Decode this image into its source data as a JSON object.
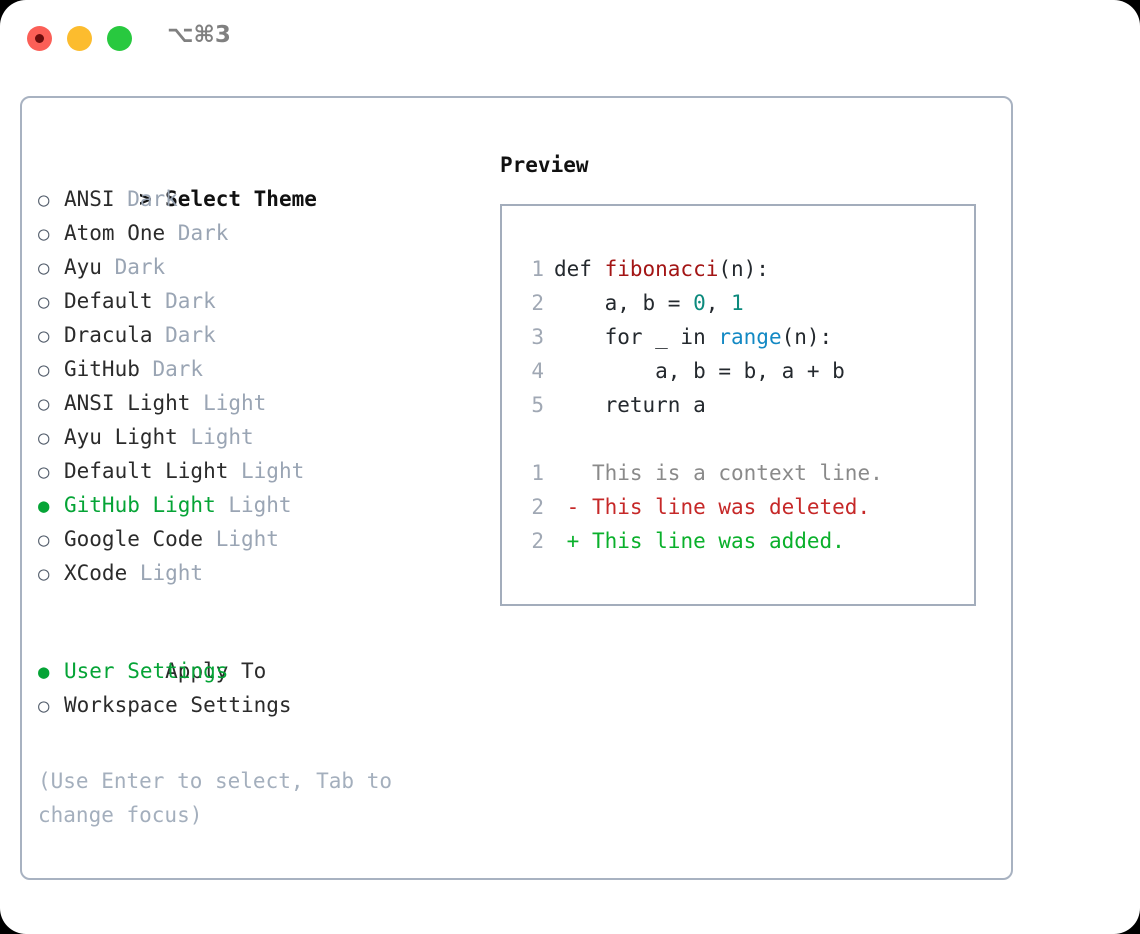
{
  "window": {
    "title": "⌥⌘3",
    "traffic_lights": [
      "close",
      "minimize",
      "maximize"
    ],
    "accent_green": "#05a436",
    "border_color": "#a8b2c1"
  },
  "left": {
    "header": {
      "prompt": ">",
      "label": "Select Theme"
    },
    "themes": [
      {
        "bullet": "○",
        "label": "ANSI",
        "tag": "Dark",
        "selected": false
      },
      {
        "bullet": "○",
        "label": "Atom One",
        "tag": "Dark",
        "selected": false
      },
      {
        "bullet": "○",
        "label": "Ayu",
        "tag": "Dark",
        "selected": false
      },
      {
        "bullet": "○",
        "label": "Default",
        "tag": "Dark",
        "selected": false
      },
      {
        "bullet": "○",
        "label": "Dracula",
        "tag": "Dark",
        "selected": false
      },
      {
        "bullet": "○",
        "label": "GitHub",
        "tag": "Dark",
        "selected": false
      },
      {
        "bullet": "○",
        "label": "ANSI Light",
        "tag": "Light",
        "selected": false
      },
      {
        "bullet": "○",
        "label": "Ayu Light",
        "tag": "Light",
        "selected": false
      },
      {
        "bullet": "○",
        "label": "Default Light",
        "tag": "Light",
        "selected": false
      },
      {
        "bullet": "●",
        "label": "GitHub Light",
        "tag": "Light",
        "selected": true
      },
      {
        "bullet": "○",
        "label": "Google Code",
        "tag": "Light",
        "selected": false
      },
      {
        "bullet": "○",
        "label": "XCode",
        "tag": "Light",
        "selected": false
      }
    ],
    "apply_to": {
      "title": "Apply To",
      "options": [
        {
          "bullet": "●",
          "label": "User Settings",
          "selected": true
        },
        {
          "bullet": "○",
          "label": "Workspace Settings",
          "selected": false
        }
      ]
    },
    "hint": "(Use Enter to select, Tab to change focus)"
  },
  "right": {
    "preview_title": "Preview",
    "code_lines": [
      {
        "num": "1",
        "tokens": [
          {
            "t": "def ",
            "c": "tok-def"
          },
          {
            "t": "fibonacci",
            "c": "tok-fn"
          },
          {
            "t": "(n):",
            "c": "tok-plain"
          }
        ]
      },
      {
        "num": "2",
        "tokens": [
          {
            "t": "    a, b = ",
            "c": "tok-plain"
          },
          {
            "t": "0",
            "c": "tok-num"
          },
          {
            "t": ", ",
            "c": "tok-plain"
          },
          {
            "t": "1",
            "c": "tok-num"
          }
        ]
      },
      {
        "num": "3",
        "tokens": [
          {
            "t": "    for _ in ",
            "c": "tok-plain"
          },
          {
            "t": "range",
            "c": "tok-builtin"
          },
          {
            "t": "(n):",
            "c": "tok-plain"
          }
        ]
      },
      {
        "num": "4",
        "tokens": [
          {
            "t": "        a, b = b, a + b",
            "c": "tok-plain"
          }
        ]
      },
      {
        "num": "5",
        "tokens": [
          {
            "t": "    return a",
            "c": "tok-plain"
          }
        ]
      }
    ],
    "diff_lines": [
      {
        "num": "1",
        "marker": "  ",
        "text": "This is a context line.",
        "kind": "diff-ctx"
      },
      {
        "num": "2",
        "marker": "- ",
        "text": "This line was deleted.",
        "kind": "diff-del"
      },
      {
        "num": "2",
        "marker": "+ ",
        "text": "This line was added.",
        "kind": "diff-add"
      }
    ]
  }
}
